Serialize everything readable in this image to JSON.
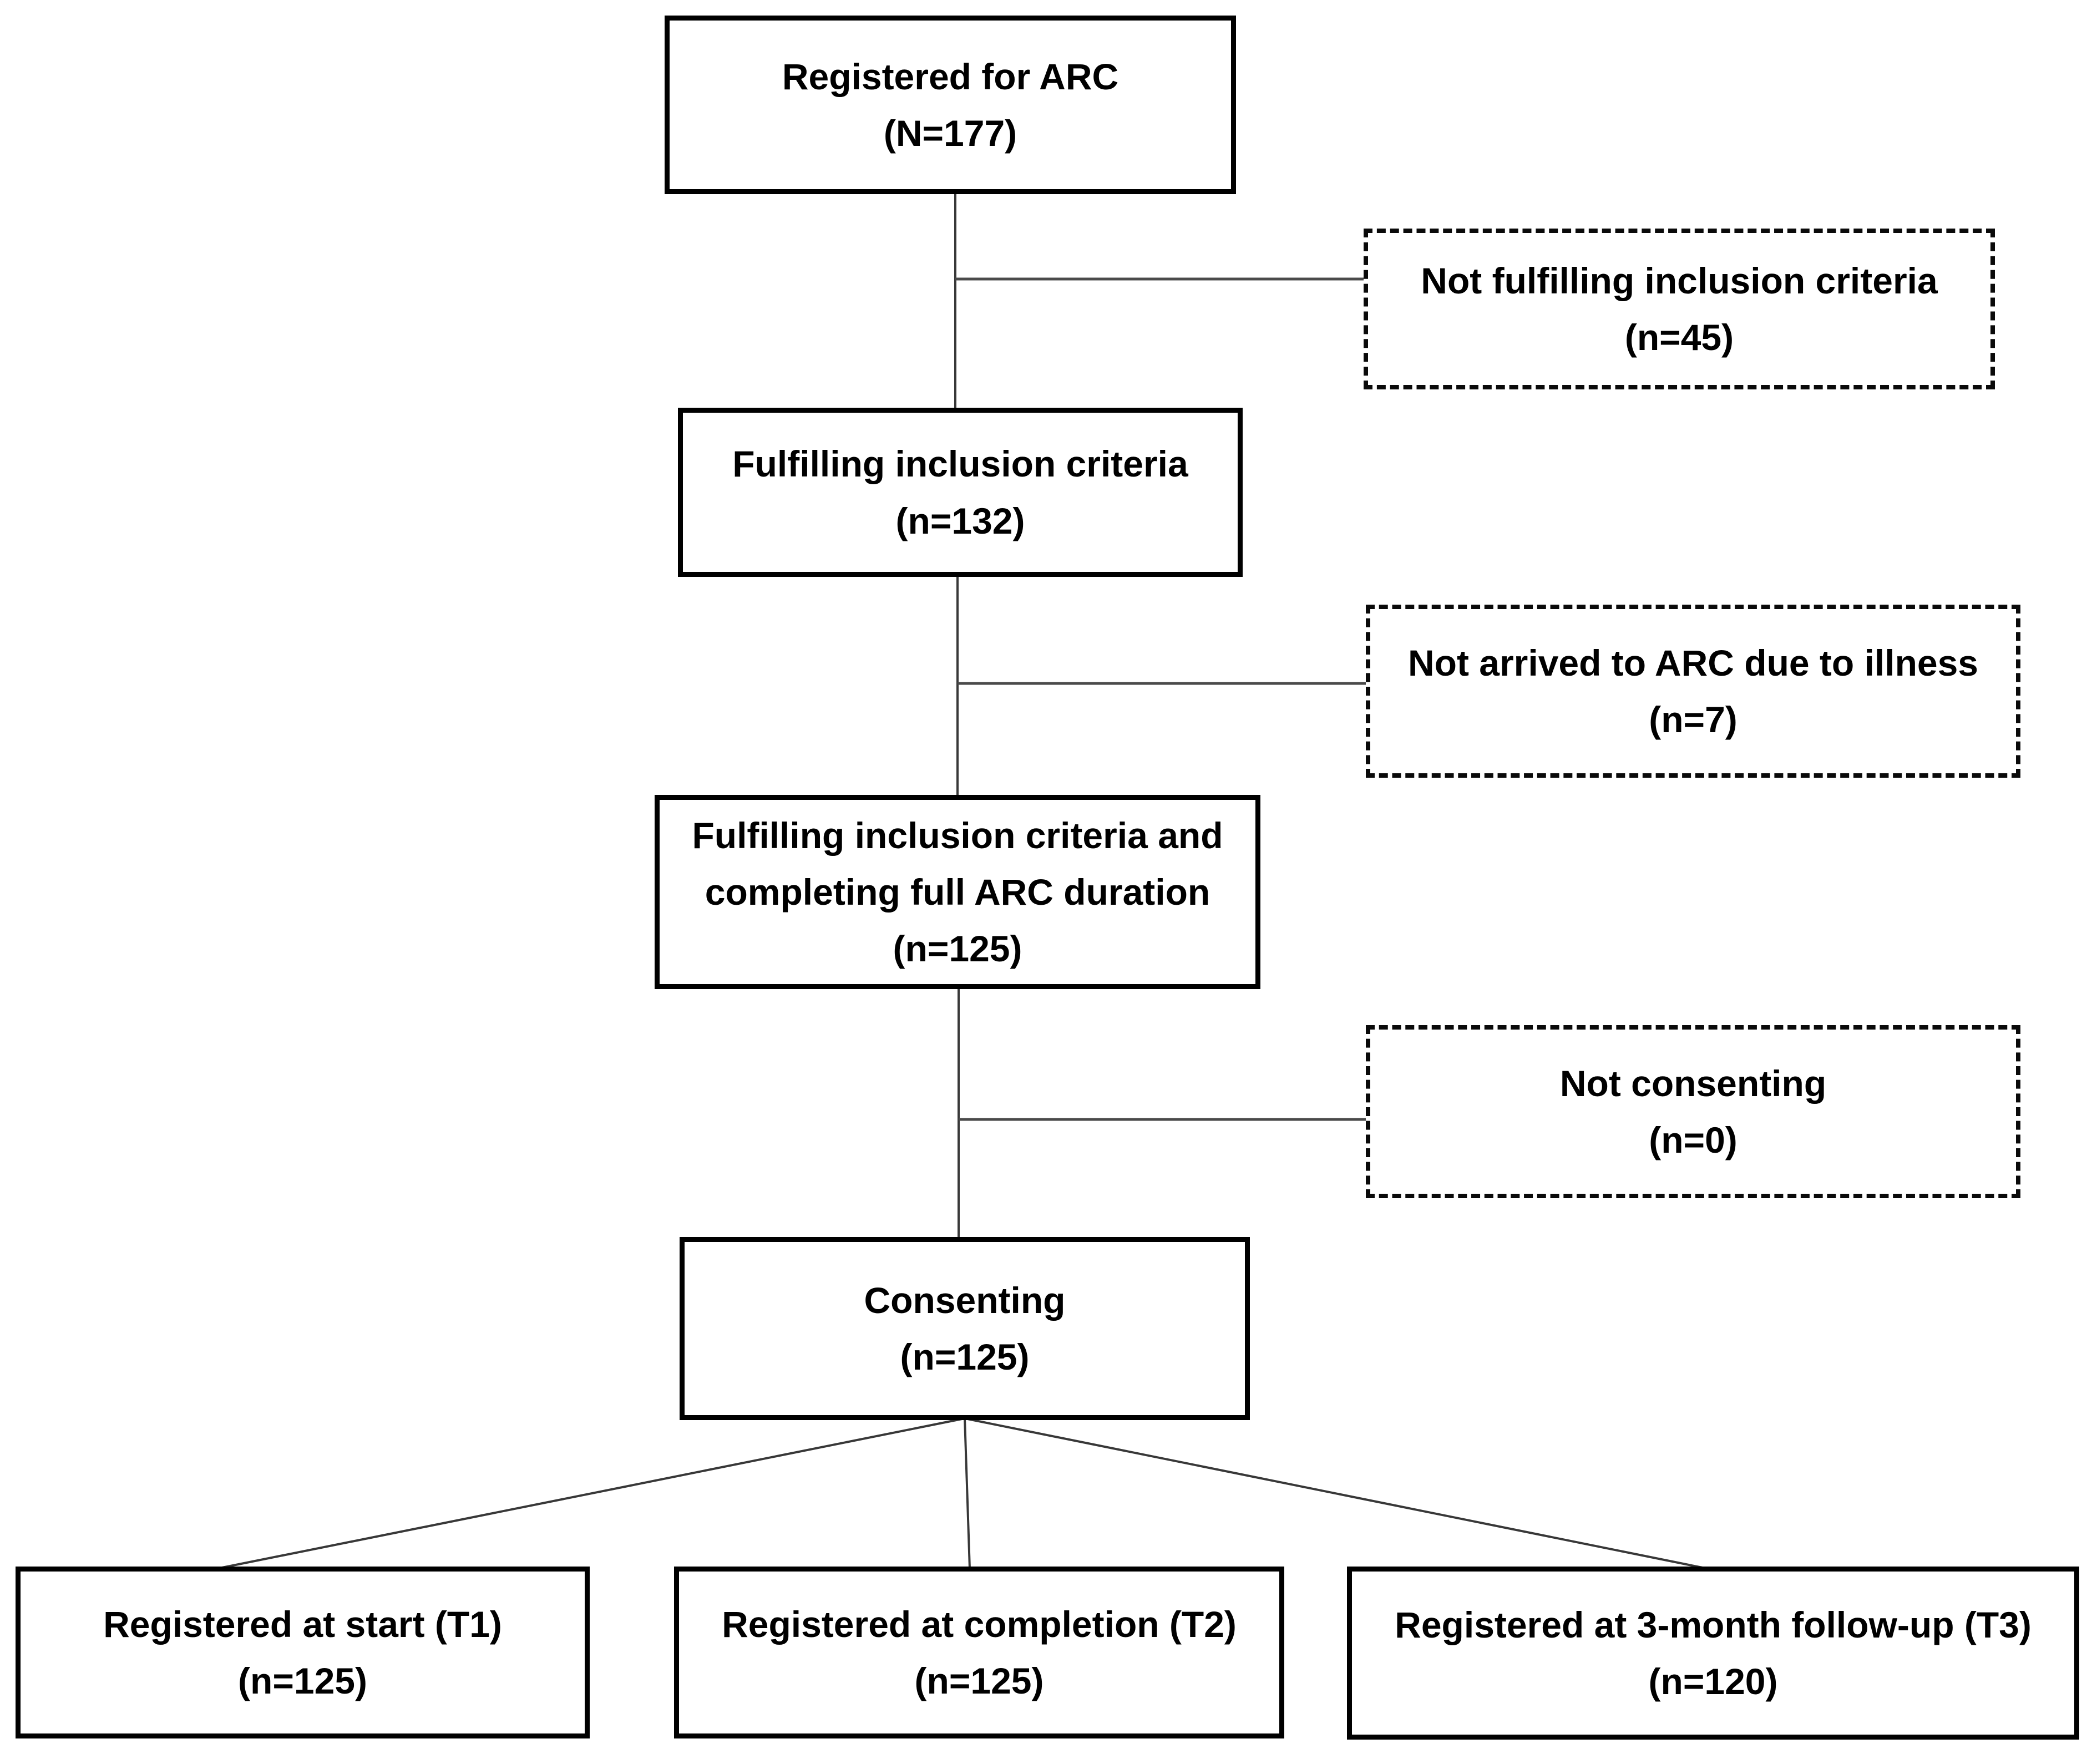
{
  "boxes": {
    "registered": {
      "label": "Registered for ARC",
      "count": "(N=177)"
    },
    "not_fulfilling": {
      "label": "Not fulfilling inclusion criteria",
      "count": "(n=45)"
    },
    "fulfilling": {
      "label": "Fulfilling inclusion criteria",
      "count": "(n=132)"
    },
    "not_arrived": {
      "label": "Not arrived to ARC due to illness",
      "count": "(n=7)"
    },
    "completing": {
      "label": "Fulfilling inclusion criteria and completing full ARC duration",
      "count": "(n=125)"
    },
    "not_consenting": {
      "label": "Not consenting",
      "count": "(n=0)"
    },
    "consenting": {
      "label": "Consenting",
      "count": "(n=125)"
    },
    "t1": {
      "label": "Registered at start (T1)",
      "count": "(n=125)"
    },
    "t2": {
      "label": "Registered at completion (T2)",
      "count": "(n=125)"
    },
    "t3": {
      "label": "Registered at 3-month follow-up (T3)",
      "count": "(n=120)"
    }
  },
  "colors": {
    "background": "#ffffff",
    "box_border": "#000000",
    "text": "#000000",
    "connector": "#3b3b3b"
  }
}
